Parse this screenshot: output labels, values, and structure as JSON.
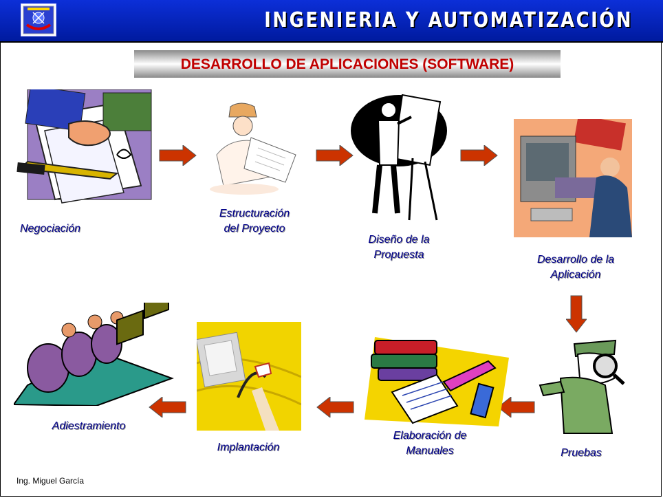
{
  "header": {
    "title": "INGENIERIA Y AUTOMATIZACIÓN"
  },
  "banner": {
    "title": "DESARROLLO DE APLICACIONES (SOFTWARE)"
  },
  "steps": [
    {
      "label_line1": "Negociación",
      "label_line2": "",
      "icon": "handshake-contract-icon"
    },
    {
      "label_line1": "Estructuración",
      "label_line2": "del Proyecto",
      "icon": "engineer-blueprint-icon"
    },
    {
      "label_line1": "Diseño de la",
      "label_line2": "Propuesta",
      "icon": "presenter-flipchart-icon"
    },
    {
      "label_line1": "Desarrollo de la",
      "label_line2": "Aplicación",
      "icon": "programmer-computer-icon"
    },
    {
      "label_line1": "Pruebas",
      "label_line2": "",
      "icon": "detective-magnifier-icon"
    },
    {
      "label_line1": "Elaboración de",
      "label_line2": "Manuales",
      "icon": "books-manual-icon"
    },
    {
      "label_line1": "Implantación",
      "label_line2": "",
      "icon": "computer-plug-icon"
    },
    {
      "label_line1": "Adiestramiento",
      "label_line2": "",
      "icon": "classroom-training-icon"
    }
  ],
  "colors": {
    "header": "#0c2fd8",
    "banner_text": "#c00000",
    "label": "#00008b",
    "arrow": "#cc3300"
  },
  "footer": {
    "author": "Ing. Miguel García"
  }
}
